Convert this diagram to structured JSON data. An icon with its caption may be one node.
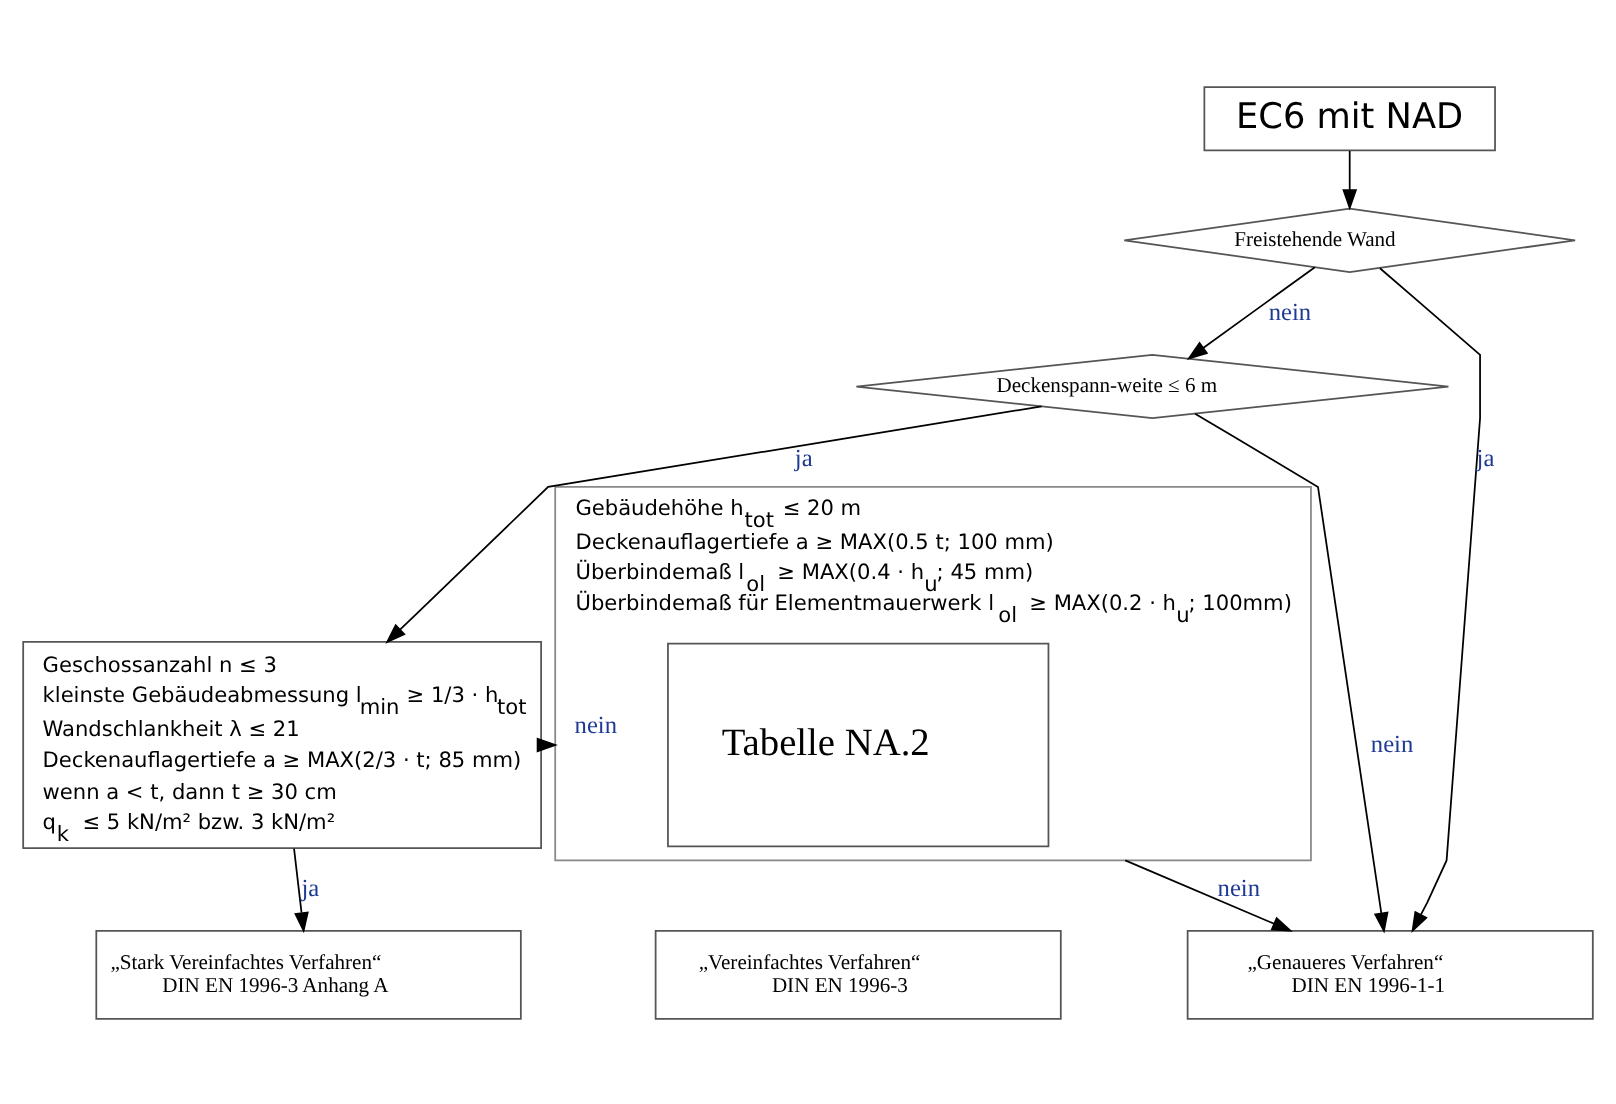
{
  "diagram": {
    "nodes": [
      {
        "text": [
          "EC6 mit NAD"
        ]
      },
      {
        "text": [
          "Freistehende Wand"
        ]
      },
      {
        "text": [
          "Deckenspann-weite ≤ 6 m"
        ]
      },
      {
        "text": [
          "Geschossanzahl n ≤ 3",
          "kleinste Gebäudeabmessung l$_{min}$ ≥ 1/3 · h$_{tot}$",
          "Wandschlankheit λ ≤ 21",
          "Deckenauflagertiefe a ≥ MAX(2/3 · t; 85 mm)",
          "wenn a < t, dann t ≥ 30 cm",
          "q$_{k}$ ≤ 5 kN/m² bzw. 3 kN/m²"
        ]
      },
      {
        "text": [
          "Gebäudehöhe h$_{tot}$ ≤ 20 m",
          "Deckenauflagertiefe a ≥ MAX(0.5 t; 100 mm)",
          "Überbindemaß l$_{ol}$ ≥ MAX(0.4 · h$_{u}$; 45 mm)",
          "Überbindemaß für Elementmauerwerk l$_{ol}$ ≥ MAX(0.2 · h$_{u}$; 100mm)"
        ]
      },
      {
        "text": [
          "Tabelle NA.2"
        ],
        "in": 4
      },
      {
        "text": [
          "„Stark Vereinfachtes Verfahren“",
          "DIN EN 1996-3 Anhang A"
        ]
      },
      {
        "text": [
          "„Vereinfachtes Verfahren“",
          "DIN EN 1996-3"
        ]
      },
      {
        "text": [
          "„Genaueres Verfahren“",
          "DIN EN 1996-1-1"
        ]
      }
    ],
    "edges": [
      {
        "from": 0,
        "to": 1,
        "arrow": "to"
      },
      {
        "from": 1,
        "to": 2,
        "arrow": "to",
        "label": "nein"
      },
      {
        "from": 1,
        "to": 8,
        "arrow": "to",
        "label": "ja"
      },
      {
        "from": 2,
        "to": 3,
        "arrow": "to",
        "label": "ja"
      },
      {
        "from": 2,
        "to": 8,
        "arrow": "to",
        "label": "nein"
      },
      {
        "from": 3,
        "to": 6,
        "arrow": "to",
        "label": "ja"
      },
      {
        "from": 3,
        "to": 4,
        "arrow": "to",
        "label": "nein"
      },
      {
        "from": 4,
        "to": 8,
        "arrow": "to",
        "label": "nein"
      }
    ]
  }
}
